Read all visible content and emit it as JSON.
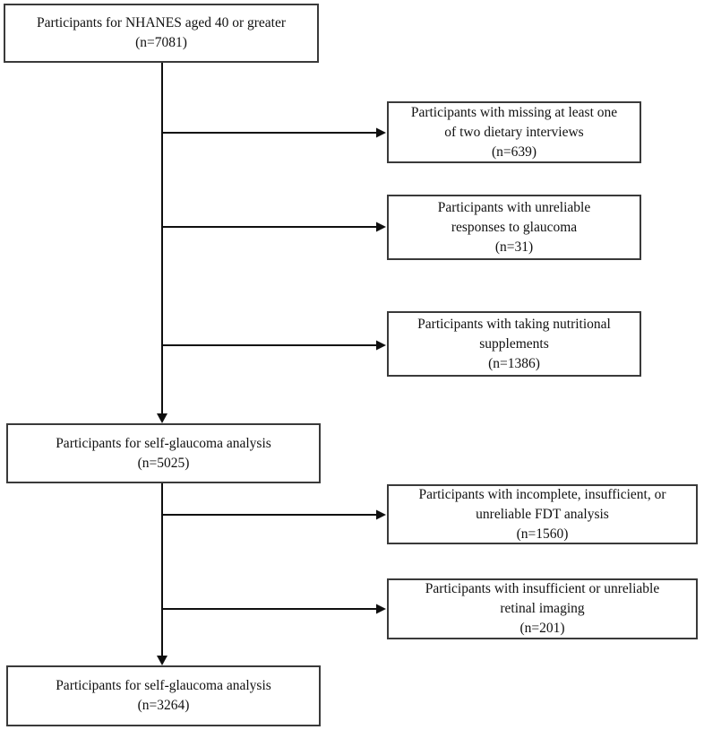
{
  "figure": {
    "type": "participant-flow-diagram",
    "background_color": "#ffffff",
    "box_border_color": "#3a3a3a",
    "arrow_color": "#0f0f0f"
  },
  "boxes": [
    {
      "id": "start",
      "role": "main-flow",
      "lines": [
        "Participants for NHANES aged 40 or greater",
        "(n=7081)"
      ],
      "n": 7081
    },
    {
      "id": "excl-dietary",
      "role": "exclusion",
      "lines": [
        "Participants with missing at least one",
        "of two dietary interviews",
        "(n=639)"
      ],
      "n": 639
    },
    {
      "id": "excl-glaucoma",
      "role": "exclusion",
      "lines": [
        "Participants with unreliable",
        "responses to glaucoma",
        "(n=31)"
      ],
      "n": 31
    },
    {
      "id": "excl-supplements",
      "role": "exclusion",
      "lines": [
        "Participants with taking nutritional",
        "supplements",
        "(n=1386)"
      ],
      "n": 1386
    },
    {
      "id": "mid",
      "role": "main-flow",
      "lines": [
        "Participants for self-glaucoma analysis",
        "(n=5025)"
      ],
      "n": 5025
    },
    {
      "id": "excl-fdt",
      "role": "exclusion",
      "lines": [
        "Participants with incomplete, insufficient, or",
        "unreliable FDT analysis",
        "(n=1560)"
      ],
      "n": 1560
    },
    {
      "id": "excl-retinal",
      "role": "exclusion",
      "lines": [
        "Participants with insufficient or unreliable",
        "retinal imaging",
        "(n=201)"
      ],
      "n": 201
    },
    {
      "id": "final",
      "role": "main-flow",
      "lines": [
        "Participants for self-glaucoma analysis",
        "(n=3264)"
      ],
      "n": 3264
    }
  ],
  "edges": [
    {
      "from": "start",
      "to": "mid",
      "type": "vertical-arrow"
    },
    {
      "from": "spine-1",
      "to": "excl-dietary",
      "type": "branch-arrow"
    },
    {
      "from": "spine-1",
      "to": "excl-glaucoma",
      "type": "branch-arrow"
    },
    {
      "from": "spine-1",
      "to": "excl-supplements",
      "type": "branch-arrow"
    },
    {
      "from": "mid",
      "to": "final",
      "type": "vertical-arrow"
    },
    {
      "from": "spine-2",
      "to": "excl-fdt",
      "type": "branch-arrow"
    },
    {
      "from": "spine-2",
      "to": "excl-retinal",
      "type": "branch-arrow"
    }
  ]
}
